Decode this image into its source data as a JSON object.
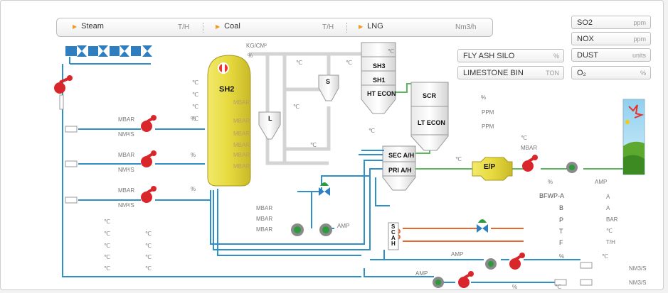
{
  "header": {
    "items": [
      {
        "label": "Steam",
        "unit": "T/H"
      },
      {
        "label": "Coal",
        "unit": "T/H"
      },
      {
        "label": "LNG",
        "unit": "Nm3/h"
      }
    ]
  },
  "right_panel": {
    "emissions": [
      {
        "label": "SO2",
        "unit": "ppm"
      },
      {
        "label": "NOX",
        "unit": "ppm"
      },
      {
        "label": "DUST",
        "unit": "units"
      },
      {
        "label": "O₂",
        "unit": "%"
      }
    ],
    "silos": [
      {
        "label": "FLY ASH SILO",
        "unit": "%"
      },
      {
        "label": "LIMESTONE BIN",
        "unit": "TON"
      }
    ]
  },
  "boiler": {
    "label": "SH2",
    "top_units": [
      "KG/CM²",
      "%"
    ],
    "side_units": [
      "℃",
      "℃",
      "℃",
      "℃",
      "%"
    ],
    "mbar_labels": [
      "MBAR",
      "MBAR",
      "MBAR",
      "MBAR",
      "MBAR",
      "MBAR"
    ]
  },
  "units": {
    "celsius": "℃",
    "mbar": "MBAR",
    "nm3s": "NM³/S",
    "percent": "%",
    "ppm": "PPM",
    "amp": "AMP",
    "nm3s_alt": "NM3/S"
  },
  "equipment": {
    "cyclone_l": "L",
    "cyclone_s": "S",
    "sh3": "SH3",
    "sh1": "SH1",
    "ht_econ": "HT ECON",
    "scr": "SCR",
    "lt_econ": "LT ECON",
    "sec_ah": "SEC A/H",
    "pri_ah": "PRI A/H",
    "ep": "E/P",
    "scah": "SCAH"
  },
  "bfwp": {
    "title": "BFWP-A",
    "rows": [
      "B",
      "P",
      "T",
      "F"
    ],
    "units": [
      "A",
      "A",
      "BAR",
      "℃",
      "T/H"
    ]
  },
  "colors": {
    "steam_pipe": "#2f8fc7",
    "gray_pipe": "#c9c9c9",
    "green_pipe": "#4caf50",
    "orange_pipe": "#e8672b",
    "boiler_yellow": "#e0d23a",
    "ep_yellow": "#e7d542",
    "fan_red": "#d9262b",
    "valve_blue": "#2f7fc0"
  }
}
